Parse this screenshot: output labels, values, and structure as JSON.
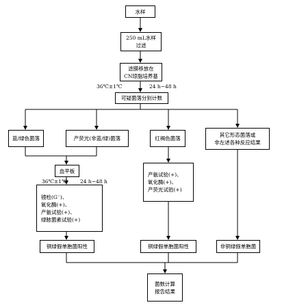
{
  "nodes": {
    "water_sample": [
      "水样"
    ],
    "filter": [
      "250 mL水样",
      "过滤"
    ],
    "membrane": [
      "滤膜移放在",
      "CN琼脂培养基"
    ],
    "count": [
      "可疑菌落分别计数"
    ],
    "blue_green": [
      "蓝/绿色菌落"
    ],
    "fluorescent": [
      "产荧光(非蓝/绿)菌落"
    ],
    "red_brown": [
      "红褐色菌落"
    ],
    "other": [
      "其它形态菌落或",
      "非左述各种反应结果"
    ],
    "blood_plate": [
      "血平板"
    ],
    "tests_left": [
      "镜检(G⁻)、",
      "氧化酶(+)、",
      "产氨试验(+)、",
      "绿脓菌素试验(+)"
    ],
    "tests_mid": [
      "产氨试验(+)、",
      "氧化酶(+)、",
      "产荧光试验(+)"
    ],
    "result_left": [
      "铜绿假单胞菌阳性"
    ],
    "result_mid": [
      "铜绿假单胞菌阳性"
    ],
    "result_right": [
      "非铜绿假单胞菌"
    ],
    "report": [
      "菌数计算",
      "报告结果"
    ]
  },
  "labels": {
    "temp1": "36℃±1℃",
    "time1": "24 h~48 h",
    "temp2": "36℃±1℃",
    "time2": "24 h~48 h"
  },
  "colors": {
    "line": "#000000"
  }
}
